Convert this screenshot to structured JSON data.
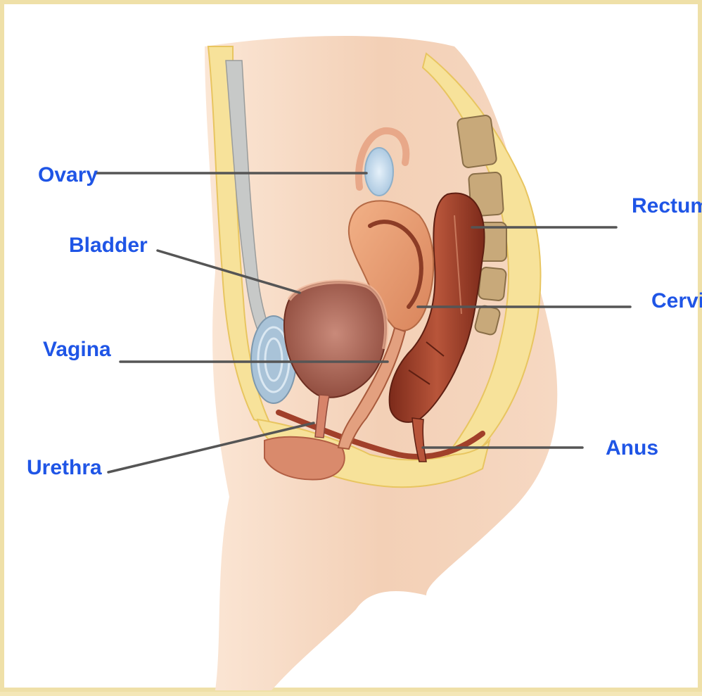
{
  "labels": {
    "ovary": "Ovary",
    "bladder": "Bladder",
    "vagina": "Vagina",
    "urethra": "Urethra",
    "rectum": "Rectum",
    "cervix": "Cervix",
    "anus": "Anus"
  },
  "colors": {
    "label_text": "#1f55e6",
    "leader_line": "#555555",
    "frame": "#efe0a8",
    "skin": "#f3d2ba",
    "fat": "#f7e29a",
    "muscle": "#b6532f"
  }
}
